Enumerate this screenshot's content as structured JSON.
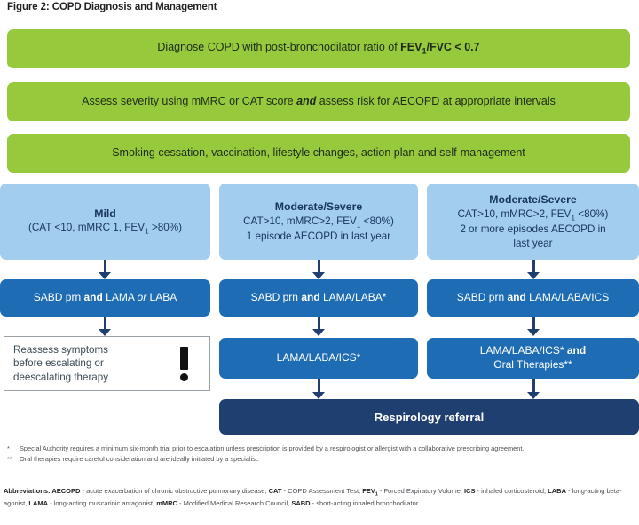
{
  "figure": {
    "title": "Figure 2: COPD Diagnosis and Management"
  },
  "colors": {
    "green_band": "#97c93d",
    "criteria_blue": "#a3cdee",
    "treatment_blue": "#1e6cb3",
    "referral_navy": "#1f3f70",
    "arrow": "#1f3f70",
    "footnote_text": "#4b4f54"
  },
  "bands": [
    {
      "id": "diagnose",
      "parts": [
        {
          "text": "Diagnose COPD with post-bronchodilator ratio of ",
          "style": "normal"
        },
        {
          "text": "FEV",
          "style": "bold"
        },
        {
          "text": "1",
          "style": "bold-sub"
        },
        {
          "text": "/FVC < 0.7",
          "style": "bold"
        }
      ]
    },
    {
      "id": "assess",
      "parts": [
        {
          "text": "Assess severity using mMRC or CAT score ",
          "style": "normal"
        },
        {
          "text": "and",
          "style": "bold-italic"
        },
        {
          "text": " assess risk for AECOPD at appropriate intervals",
          "style": "normal"
        }
      ]
    },
    {
      "id": "lifestyle",
      "parts": [
        {
          "text": "Smoking cessation, vaccination, lifestyle changes, action plan and self-management",
          "style": "normal"
        }
      ]
    }
  ],
  "columns": [
    {
      "id": "mild",
      "criteria": {
        "title": "Mild",
        "lines": [
          {
            "parts": [
              {
                "text": "(CAT <10, mMRC 1, FEV",
                "style": "normal"
              },
              {
                "text": "1",
                "style": "sub"
              },
              {
                "text": " >80%)",
                "style": "normal"
              }
            ]
          }
        ]
      },
      "treatments": [
        {
          "id": "mild-tx-1",
          "parts": [
            {
              "text": "SABD prn ",
              "style": "normal"
            },
            {
              "text": "and",
              "style": "bold"
            },
            {
              "text": " LAMA ",
              "style": "normal"
            },
            {
              "text": "or",
              "style": "italic"
            },
            {
              "text": " LABA",
              "style": "normal"
            }
          ]
        }
      ]
    },
    {
      "id": "moderate-severe-1",
      "criteria": {
        "title": "Moderate/Severe",
        "lines": [
          {
            "parts": [
              {
                "text": "CAT>10, mMRC>2, FEV",
                "style": "normal"
              },
              {
                "text": "1",
                "style": "sub"
              },
              {
                "text": " <80%)",
                "style": "normal"
              }
            ]
          },
          {
            "parts": [
              {
                "text": "1 episode AECOPD in last year",
                "style": "normal"
              }
            ]
          }
        ]
      },
      "treatments": [
        {
          "id": "ms1-tx-1",
          "parts": [
            {
              "text": "SABD prn ",
              "style": "normal"
            },
            {
              "text": "and",
              "style": "bold"
            },
            {
              "text": " LAMA/LABA*",
              "style": "normal"
            }
          ]
        },
        {
          "id": "ms1-tx-2",
          "parts": [
            {
              "text": "LAMA/LABA/ICS*",
              "style": "normal"
            }
          ]
        }
      ]
    },
    {
      "id": "moderate-severe-2",
      "criteria": {
        "title": "Moderate/Severe",
        "lines": [
          {
            "parts": [
              {
                "text": "CAT>10, mMRC>2, FEV",
                "style": "normal"
              },
              {
                "text": "1",
                "style": "sub"
              },
              {
                "text": " <80%)",
                "style": "normal"
              }
            ]
          },
          {
            "parts": [
              {
                "text": "2 or more episodes AECOPD in",
                "style": "normal"
              }
            ]
          },
          {
            "parts": [
              {
                "text": "last year",
                "style": "normal"
              }
            ]
          }
        ]
      },
      "treatments": [
        {
          "id": "ms2-tx-1",
          "parts": [
            {
              "text": "SABD prn ",
              "style": "normal"
            },
            {
              "text": "and",
              "style": "bold"
            },
            {
              "text": " LAMA/LABA/ICS",
              "style": "normal"
            }
          ]
        },
        {
          "id": "ms2-tx-2",
          "parts": [
            {
              "text": "LAMA/LABA/ICS* ",
              "style": "normal"
            },
            {
              "text": "and",
              "style": "bold"
            },
            {
              "text": "\n",
              "style": "break"
            },
            {
              "text": "Oral Therapies**",
              "style": "normal"
            }
          ]
        }
      ]
    }
  ],
  "reassess": {
    "line_1": "Reassess symptoms",
    "line_2": "before escalating or",
    "line_3": "deescalating therapy",
    "icon": "exclamation-mark"
  },
  "referral": {
    "label": "Respirology referral"
  },
  "footnotes": [
    {
      "mark": "*",
      "text": "Special Authority requires a minimum six-month trial prior to escalation unless prescription is provided by a respirologist or allergist with a collaborative prescribing agreement."
    },
    {
      "mark": "**",
      "text": "Oral therapies require careful consideration and are ideally initiated by a specialist."
    }
  ],
  "abbreviations": {
    "label": "Abbreviations:",
    "entries": [
      {
        "term": "AECOPD",
        "definition": "acute exacerbation of chronic obstructive pulmonary disease"
      },
      {
        "term": "CAT",
        "definition": "COPD Assessment Test"
      },
      {
        "term": "FEV1",
        "definition": "Forced Expiratory Volume"
      },
      {
        "term": "ICS",
        "definition": "inhaled corticosteroid"
      },
      {
        "term": "LABA",
        "definition": "long-acting beta-agonist"
      },
      {
        "term": "LAMA",
        "definition": "long-acting muscarinic antagonist"
      },
      {
        "term": "mMRC",
        "definition": "Modified Medical Research Council"
      },
      {
        "term": "SABD",
        "definition": "short-acting inhaled bronchodilator"
      }
    ]
  }
}
